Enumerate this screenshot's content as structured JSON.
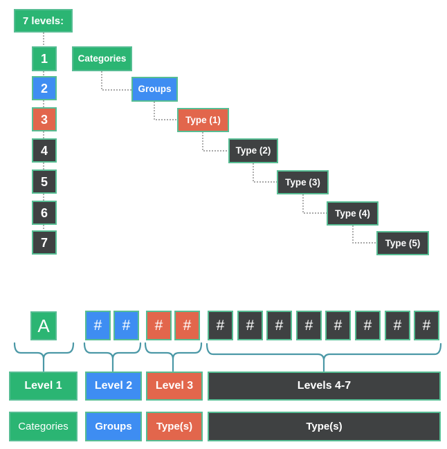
{
  "palette": {
    "green": "#2bb573",
    "blue": "#3e8df2",
    "red": "#e2664c",
    "dark": "#3f4142",
    "box_border_mint": "#56bd93",
    "brace_teal": "#4b98a6",
    "connector_gray": "#8a8a8a",
    "text": "#ffffff",
    "background": "#ffffff"
  },
  "top": {
    "title": "7 levels:",
    "numbers": [
      {
        "label": "1",
        "color": "green"
      },
      {
        "label": "2",
        "color": "blue"
      },
      {
        "label": "3",
        "color": "red"
      },
      {
        "label": "4",
        "color": "dark"
      },
      {
        "label": "5",
        "color": "dark"
      },
      {
        "label": "6",
        "color": "dark"
      },
      {
        "label": "7",
        "color": "dark"
      }
    ],
    "cascade": [
      {
        "label": "Categories",
        "color": "green"
      },
      {
        "label": "Groups",
        "color": "blue"
      },
      {
        "label": "Type (1)",
        "color": "red"
      },
      {
        "label": "Type (2)",
        "color": "dark"
      },
      {
        "label": "Type (3)",
        "color": "dark"
      },
      {
        "label": "Type (4)",
        "color": "dark"
      },
      {
        "label": "Type (5)",
        "color": "dark"
      }
    ]
  },
  "bottom": {
    "tokens": [
      {
        "label": "A",
        "color": "green"
      },
      {
        "label": "#",
        "color": "blue"
      },
      {
        "label": "#",
        "color": "blue"
      },
      {
        "label": "#",
        "color": "red"
      },
      {
        "label": "#",
        "color": "red"
      },
      {
        "label": "#",
        "color": "dark"
      },
      {
        "label": "#",
        "color": "dark"
      },
      {
        "label": "#",
        "color": "dark"
      },
      {
        "label": "#",
        "color": "dark"
      },
      {
        "label": "#",
        "color": "dark"
      },
      {
        "label": "#",
        "color": "dark"
      },
      {
        "label": "#",
        "color": "dark"
      },
      {
        "label": "#",
        "color": "dark"
      }
    ],
    "level_labels": [
      {
        "label": "Level 1",
        "color": "green"
      },
      {
        "label": "Level 2",
        "color": "blue"
      },
      {
        "label": "Level 3",
        "color": "red"
      },
      {
        "label": "Levels 4-7",
        "color": "dark"
      }
    ],
    "name_labels": [
      {
        "label": "Categories",
        "color": "green"
      },
      {
        "label": "Groups",
        "color": "blue"
      },
      {
        "label": "Type(s)",
        "color": "red"
      },
      {
        "label": "Type(s)",
        "color": "dark"
      }
    ]
  }
}
